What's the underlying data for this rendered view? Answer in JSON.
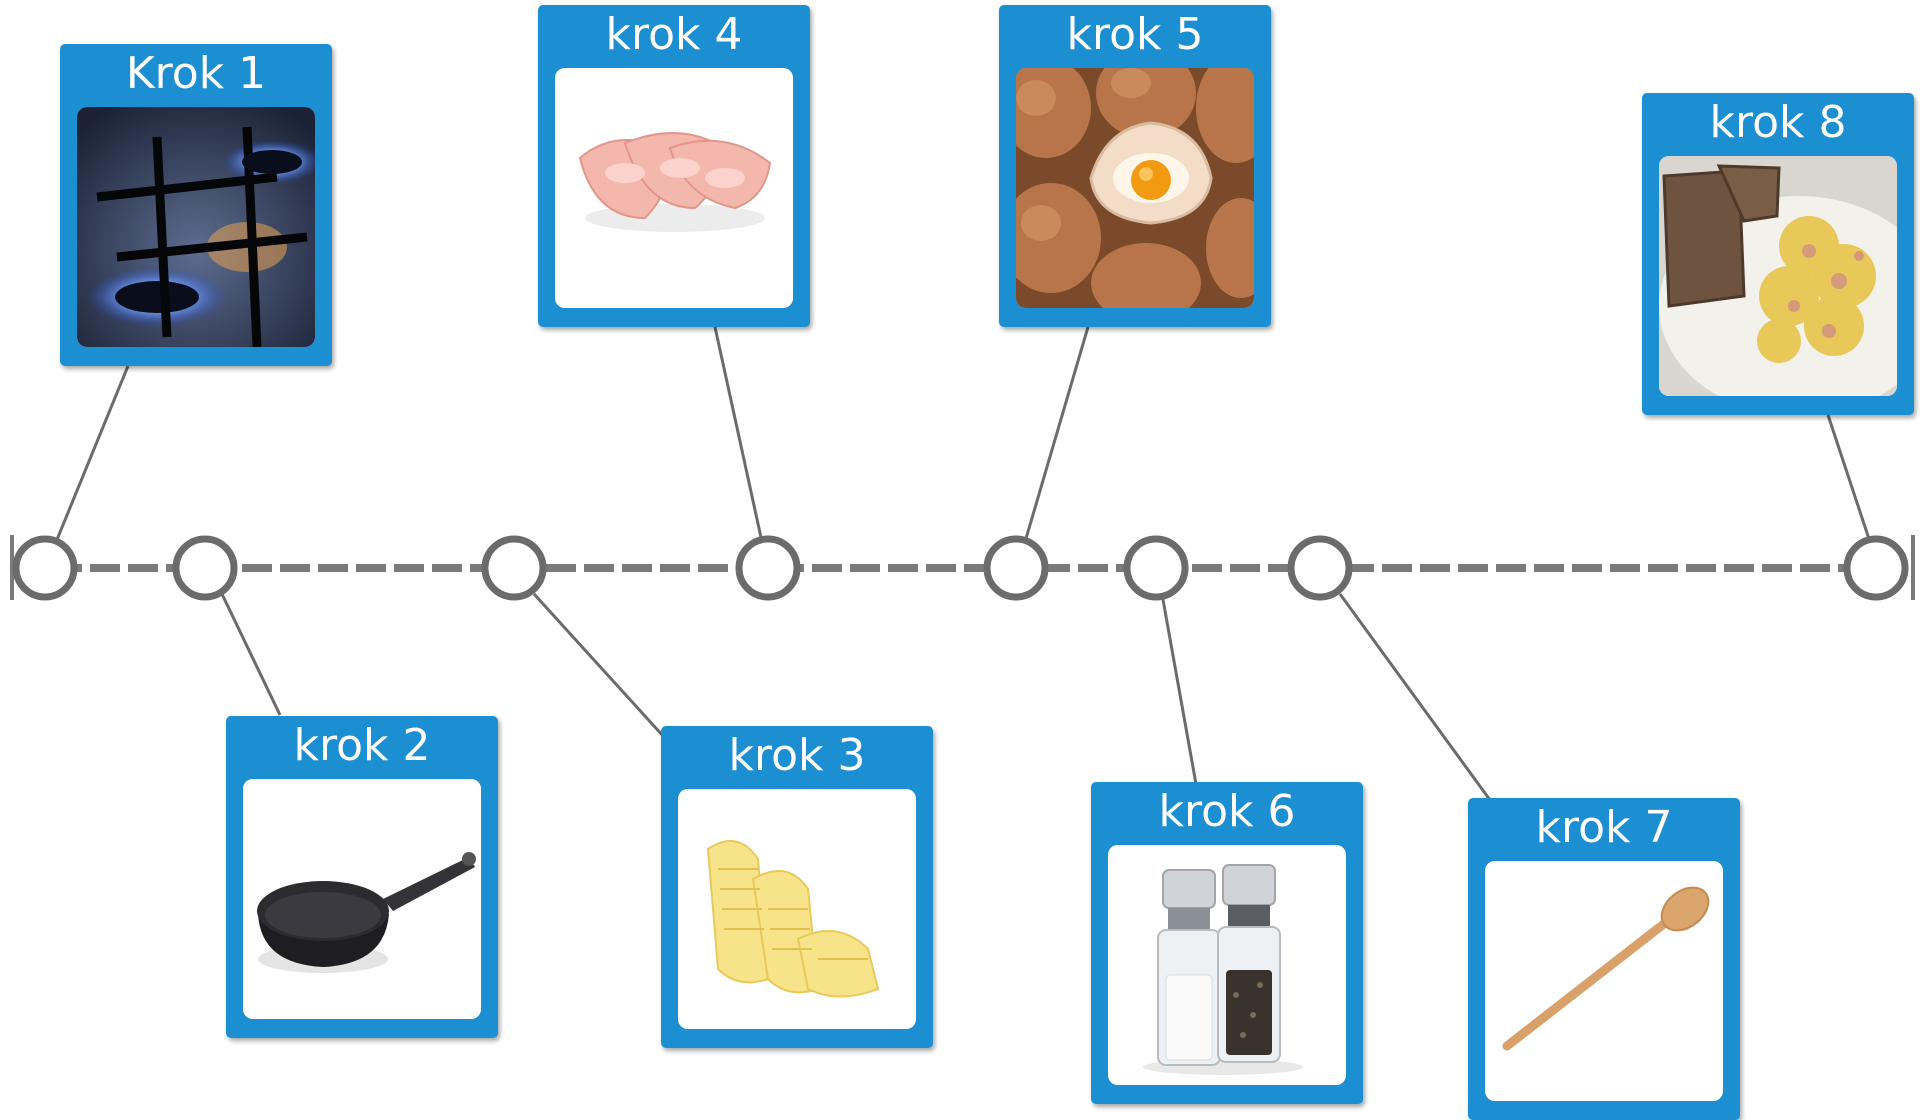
{
  "timeline": {
    "steps": [
      {
        "label": "Krok 1",
        "picture": "gas-stove-burner"
      },
      {
        "label": "krok 2",
        "picture": "frying-pan"
      },
      {
        "label": "krok 3",
        "picture": "butter-curls"
      },
      {
        "label": "krok 4",
        "picture": "ham-slices"
      },
      {
        "label": "krok 5",
        "picture": "eggs-in-carton"
      },
      {
        "label": "krok 6",
        "picture": "salt-and-pepper-mills"
      },
      {
        "label": "krok 7",
        "picture": "wooden-spoon"
      },
      {
        "label": "krok 8",
        "picture": "scrambled-eggs-with-bread"
      }
    ],
    "colors": {
      "card": "#1b8fd1",
      "axis": "#7a7a7a",
      "connector": "#6b6b6b"
    }
  }
}
